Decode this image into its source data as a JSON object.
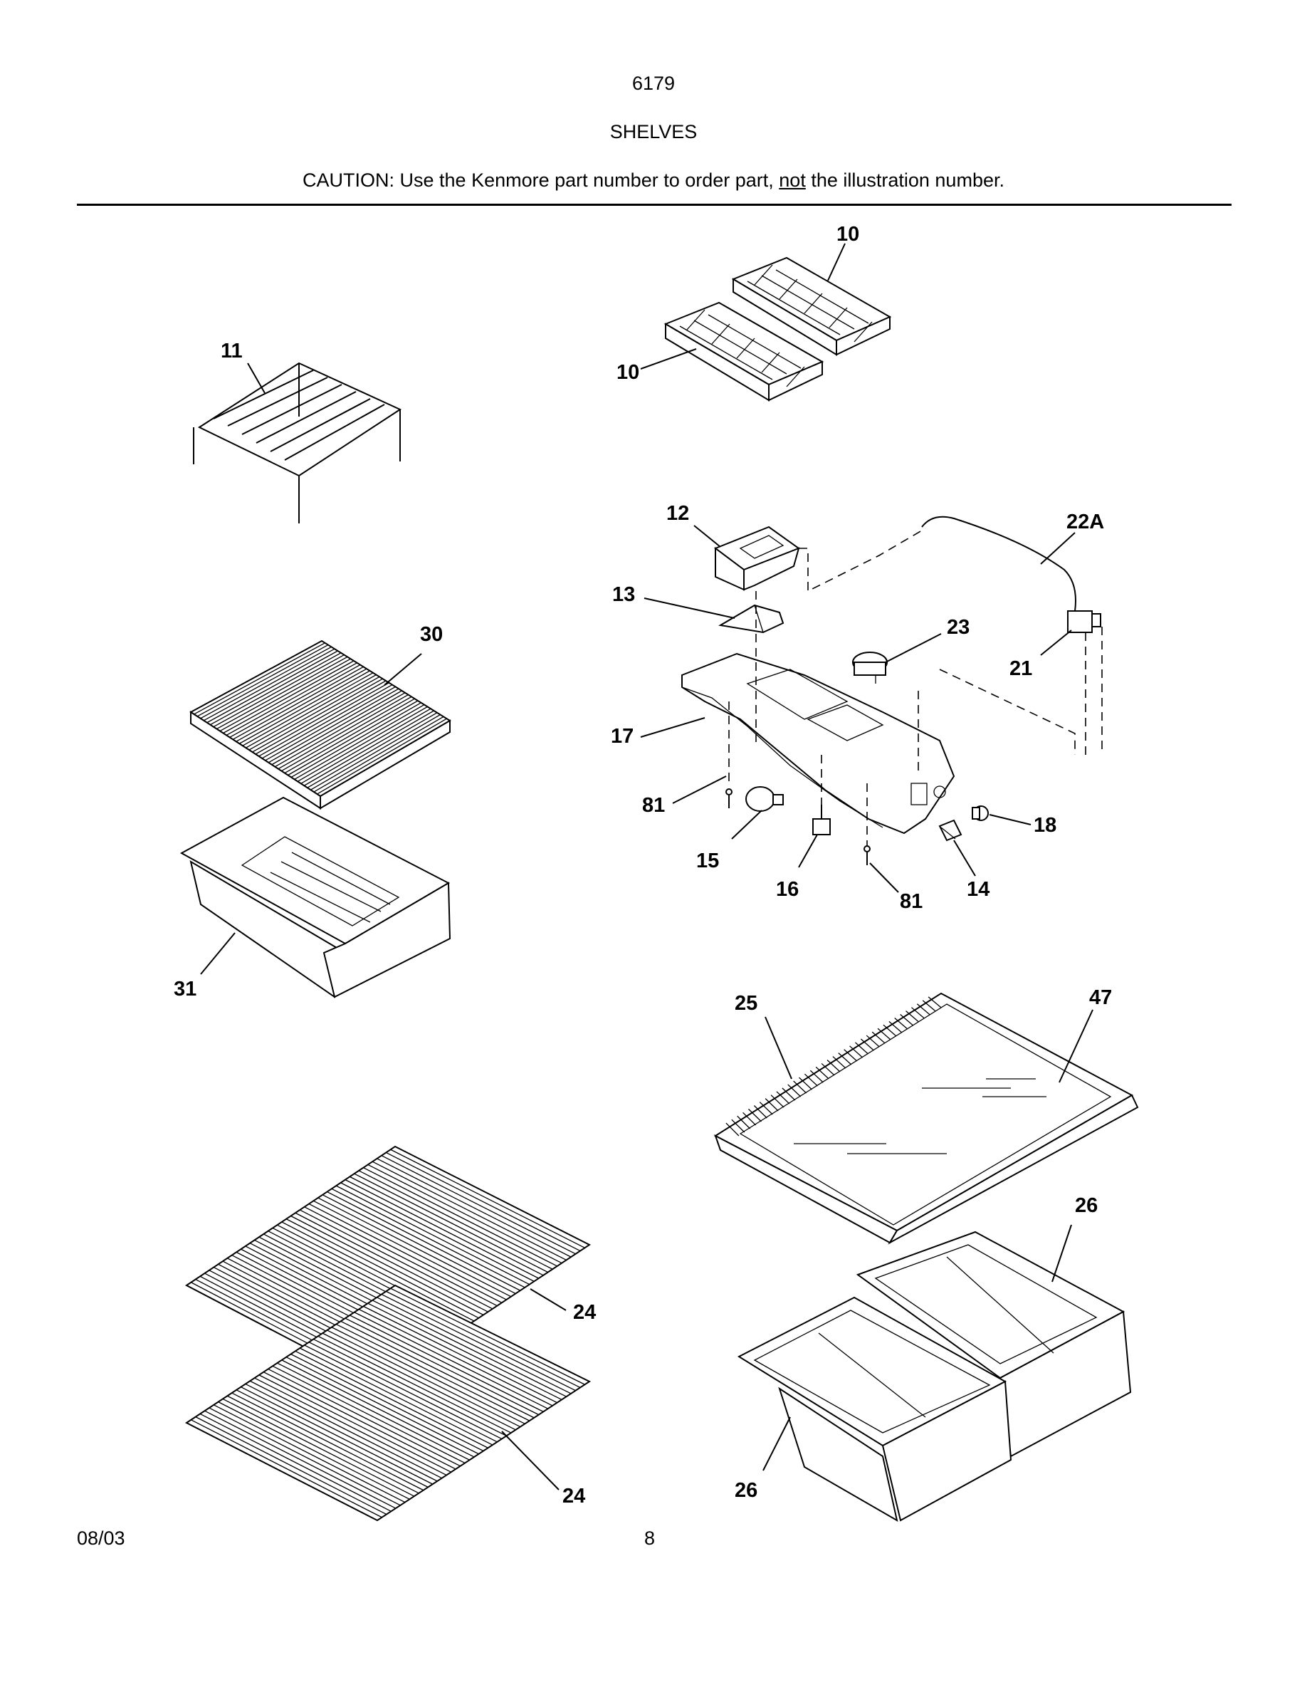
{
  "header": {
    "model": "6179",
    "section": "SHELVES",
    "caution_prefix": "CAUTION: Use the Kenmore part number to order part, ",
    "caution_emphasis": "not",
    "caution_suffix": " the illustration number."
  },
  "callouts": {
    "ice_tray_top": "10",
    "ice_tray_bottom": "10",
    "wire_rack": "11",
    "ice_bucket": "12",
    "deflector": "13",
    "light_switch": "14",
    "light_bulb": "15",
    "socket": "16",
    "housing": "17",
    "knob": "18",
    "thermostat": "21",
    "tube": "22A",
    "control_module": "23",
    "wire_shelf_top": "24",
    "wire_shelf_bottom": "24",
    "shelf_frame": "25",
    "crisper_right": "26",
    "crisper_left": "26",
    "crisper_cover": "30",
    "meat_pan": "31",
    "glass_shelf": "47",
    "screw_left": "81",
    "screw_right": "81"
  },
  "footer": {
    "date": "08/03",
    "page": "8"
  }
}
